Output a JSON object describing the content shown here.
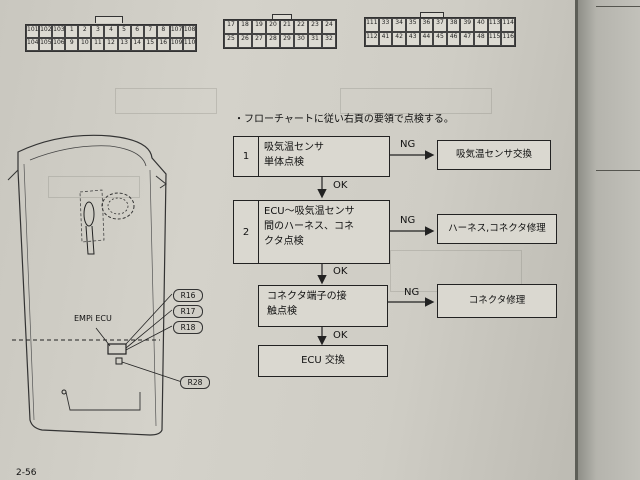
{
  "connectors": {
    "c1": {
      "row1": [
        "101",
        "102",
        "103",
        "1",
        "2",
        "3",
        "4",
        "5",
        "6",
        "7",
        "8",
        "107",
        "108"
      ],
      "row2": [
        "104",
        "105",
        "106",
        "9",
        "10",
        "11",
        "12",
        "13",
        "14",
        "15",
        "16",
        "109",
        "110"
      ]
    },
    "c2": {
      "row1": [
        "17",
        "18",
        "19",
        "20",
        "21",
        "22",
        "23",
        "24"
      ],
      "row2": [
        "25",
        "26",
        "27",
        "28",
        "29",
        "30",
        "31",
        "32"
      ]
    },
    "c3": {
      "row1": [
        "111",
        "33",
        "34",
        "35",
        "36",
        "37",
        "38",
        "39",
        "40",
        "113",
        "114"
      ],
      "row2": [
        "112",
        "41",
        "42",
        "43",
        "44",
        "45",
        "46",
        "47",
        "48",
        "115",
        "116"
      ]
    }
  },
  "instruction": "・フローチャートに従い右頁の要領で点検する。",
  "flow": {
    "step1": {
      "num": "1",
      "line1": "吸気温センサ",
      "line2": "単体点検"
    },
    "step2": {
      "num": "2",
      "line1": "ECU～吸気温センサ",
      "line2": "間のハーネス、コネ",
      "line3": "クタ点検"
    },
    "step3": {
      "line1": "コネクタ端子の接",
      "line2": "触点検"
    },
    "step4": {
      "label": "ECU 交換"
    },
    "ng": "NG",
    "ok": "OK",
    "result1": "吸気温センサ交換",
    "result2": "ハーネス,コネクタ修理",
    "result3": "コネクタ修理"
  },
  "vehicle": {
    "ecu_label": "EMPi ECU",
    "refs": [
      "R16",
      "R17",
      "R18",
      "R28"
    ]
  },
  "page_number": "2-56"
}
